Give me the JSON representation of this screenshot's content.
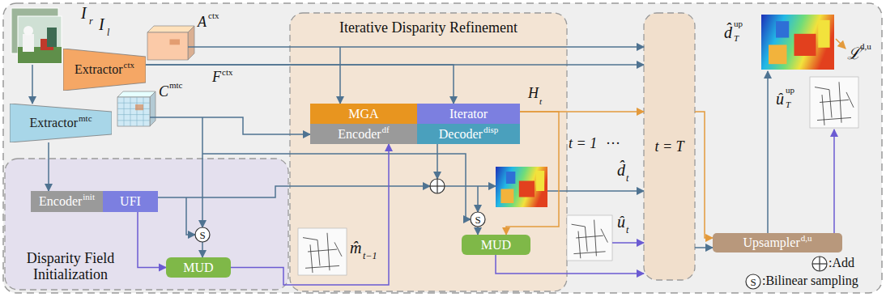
{
  "diagram": {
    "nodes": [
      {
        "text": [
          "Extractor",
          "ctx"
        ]
      },
      {
        "text": [
          "Extractor",
          "mtc"
        ]
      },
      {
        "text": [
          "Iterative Disparity Refinement"
        ]
      },
      {
        "text": [
          "MGA"
        ],
        "in": 2
      },
      {
        "text": [
          "Iterator"
        ],
        "in": 2
      },
      {
        "text": [
          "Encoder",
          "df"
        ],
        "in": 2
      },
      {
        "text": [
          "Decoder",
          "disp"
        ],
        "in": 2
      },
      {
        "text": [
          "MUD"
        ],
        "in": 2
      },
      {
        "text": [
          "t = T"
        ]
      },
      {
        "text": [
          "Upsampler",
          "d,u"
        ]
      },
      {
        "text": [
          "Disparity Field Initialization"
        ]
      },
      {
        "text": [
          "Encoder",
          "init"
        ],
        "in": 10
      },
      {
        "text": [
          "UFI"
        ],
        "in": 10
      },
      {
        "text": [
          "MUD"
        ],
        "in": 10
      }
    ],
    "edges": [
      {
        "from": 0,
        "to": 4,
        "arrow": "to"
      },
      {
        "from": 0,
        "to": 8,
        "arrow": "to"
      },
      {
        "from": 1,
        "to": 11,
        "arrow": "to"
      },
      {
        "from": 12,
        "to": 13,
        "arrow": "to"
      },
      {
        "from": 13,
        "to": 5,
        "arrow": "to"
      },
      {
        "from": 4,
        "to": 8,
        "arrow": "to"
      },
      {
        "from": 4,
        "to": 7,
        "arrow": "to"
      },
      {
        "from": 7,
        "to": 8,
        "arrow": "to"
      },
      {
        "from": 8,
        "to": 9,
        "arrow": "to"
      }
    ],
    "labels": [
      "I",
      "r",
      "I",
      "l",
      "A",
      "ctx",
      "F",
      "ctx",
      "C",
      "mtc",
      "H",
      "t",
      "t = 1",
      "···",
      "d̂",
      "t",
      "S",
      "S",
      "û",
      "t",
      "m̂",
      "t−1",
      "d̂",
      "up",
      "T",
      "û",
      "up",
      "T",
      "ℒ",
      "d,u",
      "S"
    ],
    "legend": [
      {
        "text": ":Add"
      },
      {
        "text": ":Bilinear sampling"
      }
    ]
  }
}
